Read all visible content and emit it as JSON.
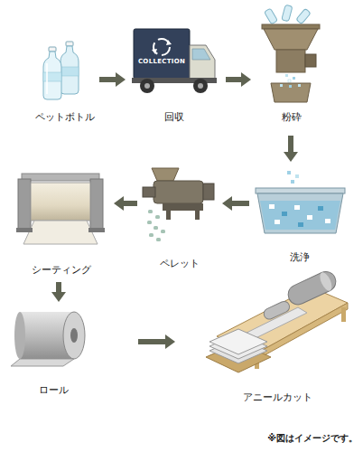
{
  "diagram": {
    "nodes": [
      {
        "text": [
          "ペットボトル"
        ]
      },
      {
        "text": [
          "回収"
        ]
      },
      {
        "text": [
          "粉砕"
        ]
      },
      {
        "text": [
          "洗浄"
        ]
      },
      {
        "text": [
          "ペレット"
        ]
      },
      {
        "text": [
          "シーティング"
        ]
      },
      {
        "text": [
          "ロール"
        ]
      },
      {
        "text": [
          "アニールカット"
        ]
      }
    ],
    "edges": [
      {
        "from": 0,
        "to": 1,
        "arrow": "to"
      },
      {
        "from": 1,
        "to": 2,
        "arrow": "to"
      },
      {
        "from": 2,
        "to": 3,
        "arrow": "to"
      },
      {
        "from": 3,
        "to": 4,
        "arrow": "to"
      },
      {
        "from": 4,
        "to": 5,
        "arrow": "to"
      },
      {
        "from": 5,
        "to": 6,
        "arrow": "to"
      },
      {
        "from": 6,
        "to": 7,
        "arrow": "to"
      }
    ],
    "labels": [
      "COLLECTION",
      "※図はイメージです。"
    ]
  }
}
